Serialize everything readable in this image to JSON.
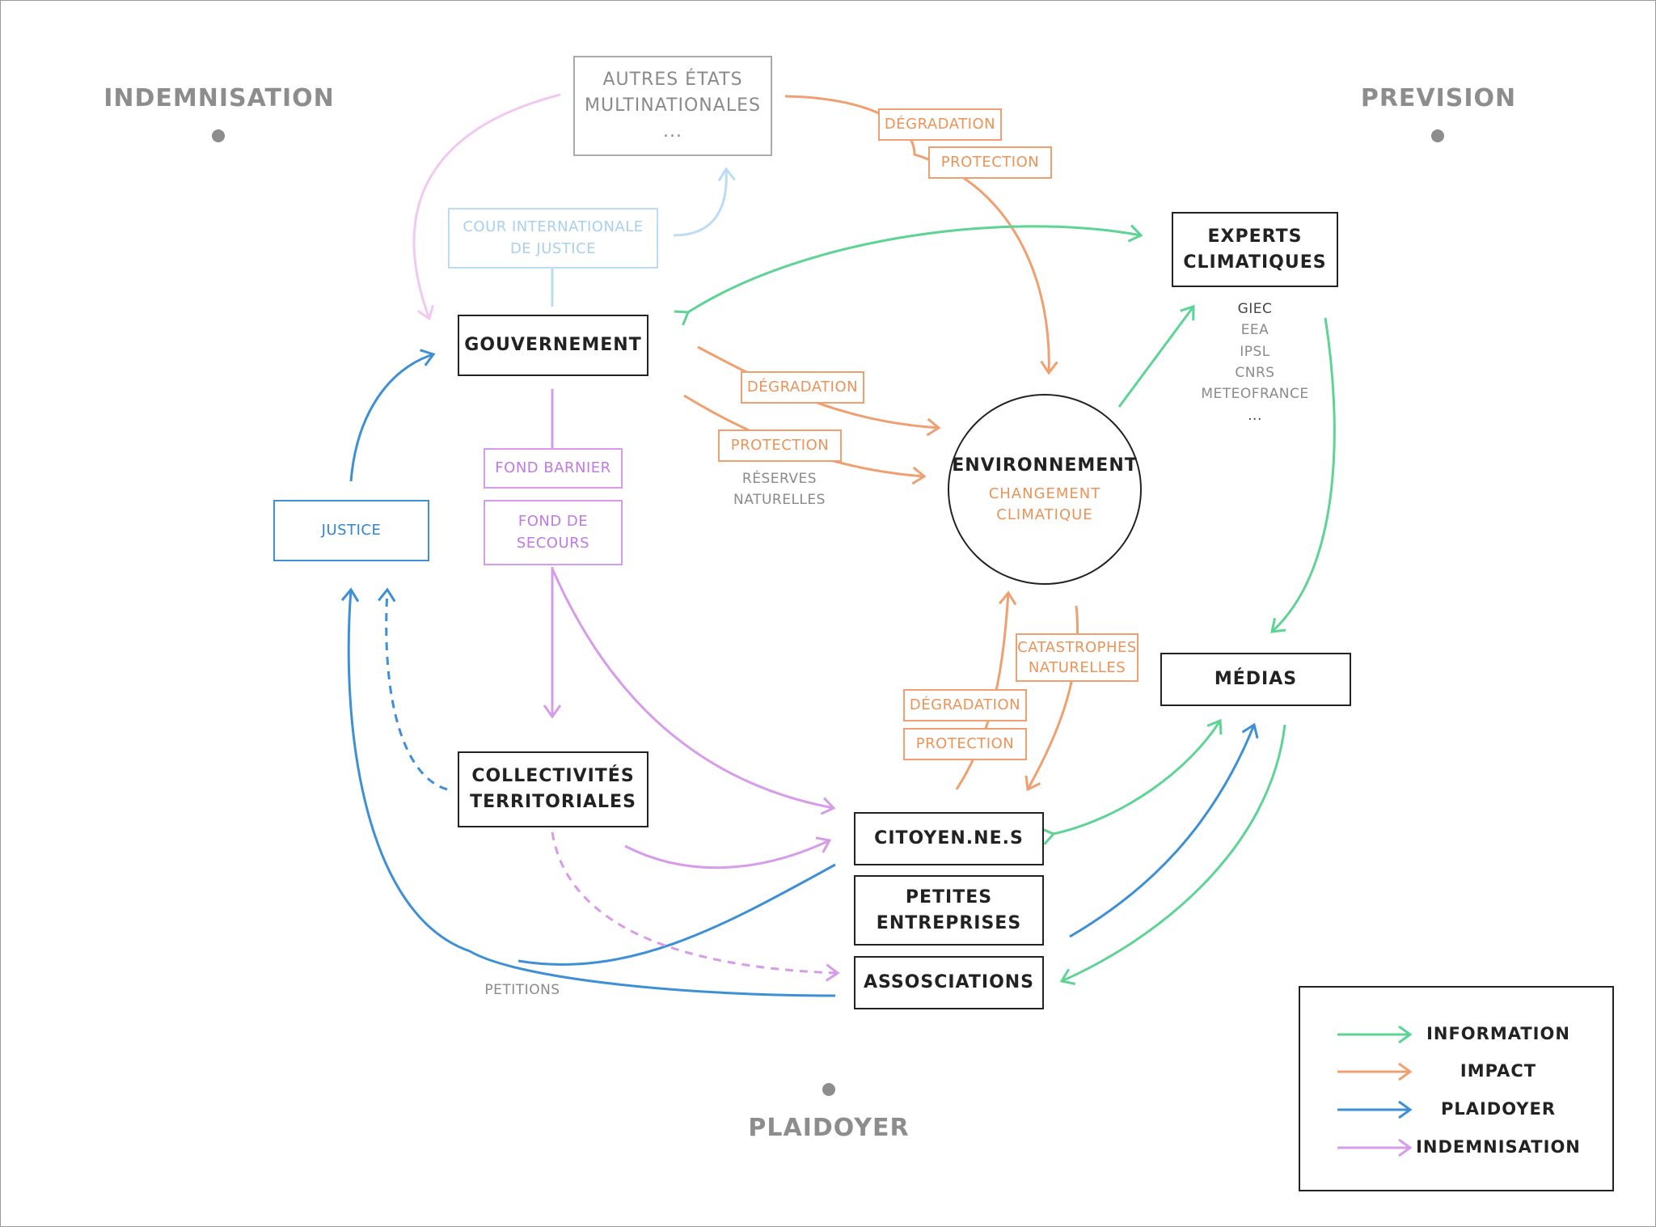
{
  "colors": {
    "information": "#5dd394",
    "impact": "#f0a070",
    "plaidoyer": "#3d8fd6",
    "indemnisation": "#d79ce9",
    "cour": "#bcdcf4",
    "pink": "#f1c8f0"
  },
  "corners": {
    "indemnisation": "INDEMNISATION",
    "prevision": "PREVISION",
    "plaidoyer": "PLAIDOYER"
  },
  "nodes": {
    "autres_etats": {
      "line1": "AUTRES ÉTATS",
      "line2": "MULTINATIONALES",
      "line3": "..."
    },
    "cour": {
      "line1": "COUR INTERNATIONALE",
      "line2": "DE JUSTICE"
    },
    "gouvernement": "GOUVERNEMENT",
    "justice": "JUSTICE",
    "fond_barnier": "FOND BARNIER",
    "fond_secours": {
      "line1": "FOND DE",
      "line2": "SECOURS"
    },
    "collectivites": {
      "line1": "COLLECTIVITÉS",
      "line2": "TERRITORIALES"
    },
    "environnement": {
      "main": "ENVIRONNEMENT",
      "sub1": "CHANGEMENT",
      "sub2": "CLIMATIQUE"
    },
    "experts": {
      "line1": "EXPERTS",
      "line2": "CLIMATIQUES"
    },
    "medias": "MÉDIAS",
    "citoyens": "CITOYEN.NE.S",
    "petites_entreprises": {
      "line1": "PETITES",
      "line2": "ENTREPRISES"
    },
    "associations": "ASSOSCIATIONS"
  },
  "tags": {
    "degradation_top": "DÉGRADATION",
    "protection_top": "PROTECTION",
    "degradation_mid": "DÉGRADATION",
    "protection_mid": "PROTECTION",
    "catastrophes": {
      "line1": "CATASTROPHES",
      "line2": "NATURELLES"
    },
    "degradation_low": "DÉGRADATION",
    "protection_low": "PROTECTION"
  },
  "texts": {
    "reserves": {
      "line1": "RÉSERVES",
      "line2": "NATURELLES"
    },
    "petitions": "PETITIONS",
    "experts_list": [
      "GIEC",
      "EEA",
      "IPSL",
      "CNRS",
      "METEOFRANCE",
      "..."
    ]
  },
  "legend": {
    "information": "INFORMATION",
    "impact": "IMPACT",
    "plaidoyer": "PLAIDOYER",
    "indemnisation": "INDEMNISATION"
  }
}
